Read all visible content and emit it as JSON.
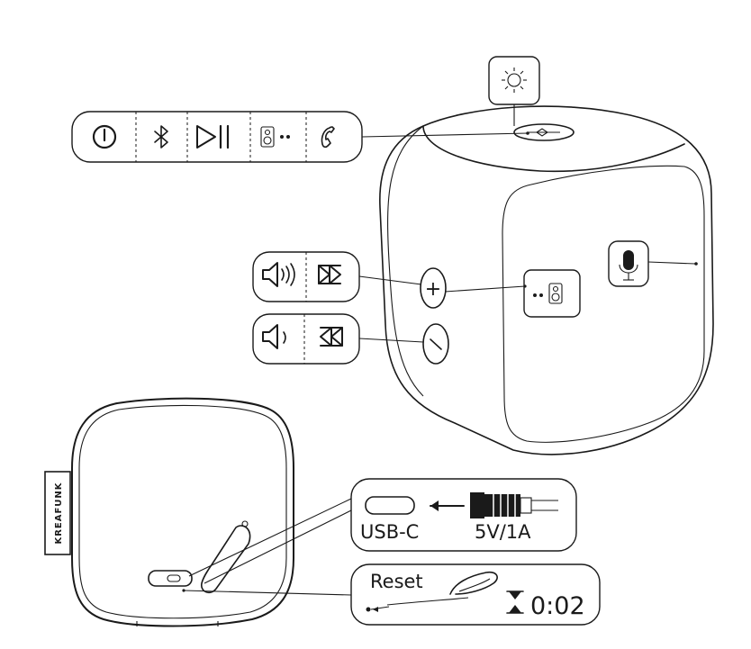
{
  "brand": {
    "label": "KREAFUNK"
  },
  "top_panel": {
    "icons": [
      "power-icon",
      "bluetooth-icon",
      "play-pause-icon",
      "speaker-pair-icon",
      "phone-icon"
    ]
  },
  "led_indicator": {
    "icon": "led-light-icon"
  },
  "volume_up_panel": {
    "icons": [
      "volume-up-icon",
      "next-track-icon"
    ]
  },
  "volume_down_panel": {
    "icons": [
      "volume-down-icon",
      "previous-track-icon"
    ]
  },
  "speaker_buttons": {
    "plus": "+",
    "minus": "−"
  },
  "usb_panel": {
    "port_label": "USB-C",
    "power_label": "5V/1A"
  },
  "reset_panel": {
    "label": "Reset",
    "duration": "0:02"
  }
}
